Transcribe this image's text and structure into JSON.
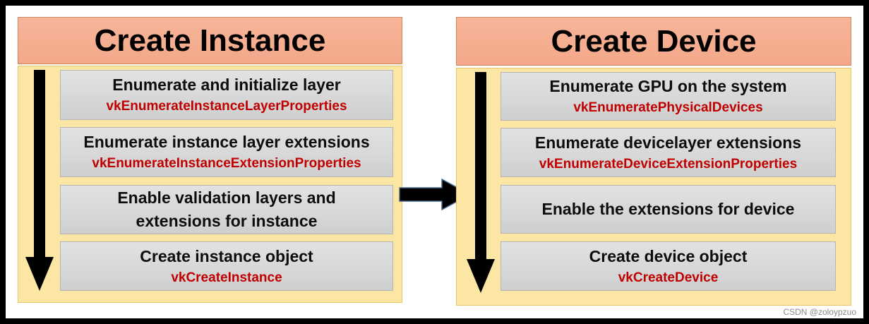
{
  "left": {
    "title": "Create Instance",
    "steps": [
      {
        "title": "Enumerate and initialize layer",
        "api": "vkEnumerateInstanceLayerProperties"
      },
      {
        "title": "Enumerate instance layer extensions",
        "api": "vkEnumerateInstanceExtensionProperties"
      },
      {
        "title": "Enable validation layers and\nextensions for instance",
        "api": ""
      },
      {
        "title": "Create instance object",
        "api": "vkCreateInstance"
      }
    ]
  },
  "right": {
    "title": "Create Device",
    "steps": [
      {
        "title": "Enumerate GPU on the system",
        "api": "vkEnumeratePhysicalDevices"
      },
      {
        "title": "Enumerate devicelayer extensions",
        "api": "vkEnumerateDeviceExtensionProperties"
      },
      {
        "title": "Enable the extensions for device",
        "api": ""
      },
      {
        "title": "Create device object",
        "api": "vkCreateDevice"
      }
    ]
  },
  "watermark": "CSDN @zoloypzuo",
  "colors": {
    "header": "#f5ad90",
    "panel": "#fce6a4",
    "step": "#d9d9d9",
    "api_text": "#c00000",
    "arrow": "#000000"
  },
  "icons": {
    "flow_arrow": "down-arrow-icon",
    "connector_arrow": "right-arrow-icon"
  }
}
